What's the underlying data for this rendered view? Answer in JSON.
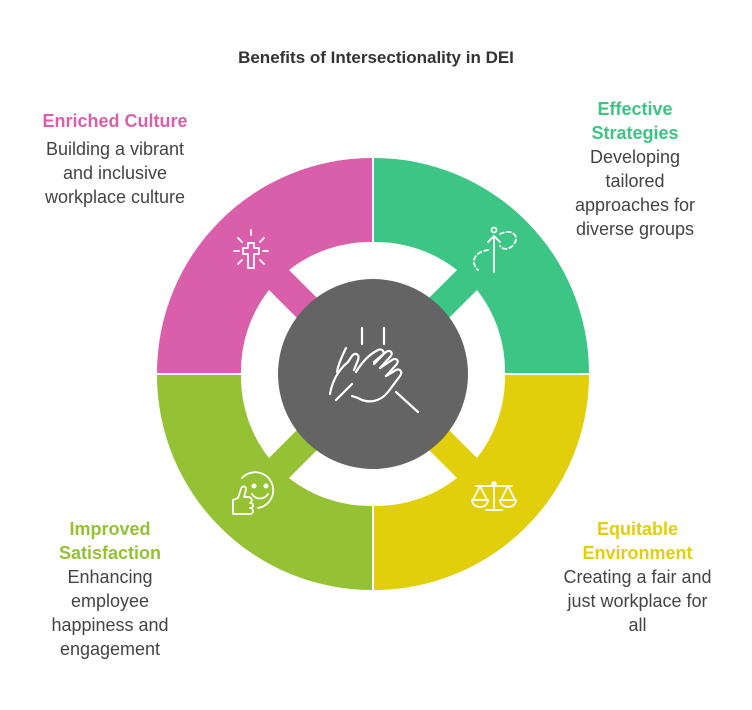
{
  "title": "Benefits of Intersectionality in DEI",
  "colors": {
    "pink": "#D95FAA",
    "green": "#3CC584",
    "lime": "#95C134",
    "yellow": "#E1CF0B",
    "center": "#646464"
  },
  "sections": {
    "enriched": {
      "heading": [
        "Enriched Culture"
      ],
      "description": [
        "Building a vibrant",
        "and inclusive",
        "workplace culture"
      ],
      "icon": "cross-sparkle-icon"
    },
    "effective": {
      "heading": [
        "Effective",
        "Strategies"
      ],
      "description": [
        "Developing",
        "tailored",
        "approaches for",
        "diverse groups"
      ],
      "icon": "strategy-path-icon"
    },
    "satisfaction": {
      "heading": [
        "Improved",
        "Satisfaction"
      ],
      "description": [
        "Enhancing",
        "employee",
        "happiness and",
        "engagement"
      ],
      "icon": "smile-thumbs-up-icon"
    },
    "equitable": {
      "heading": [
        "Equitable",
        "Environment"
      ],
      "description": [
        "Creating a fair and",
        "just workplace for",
        "all"
      ],
      "icon": "balance-scale-icon"
    }
  },
  "center_icon": "joined-hands-icon"
}
